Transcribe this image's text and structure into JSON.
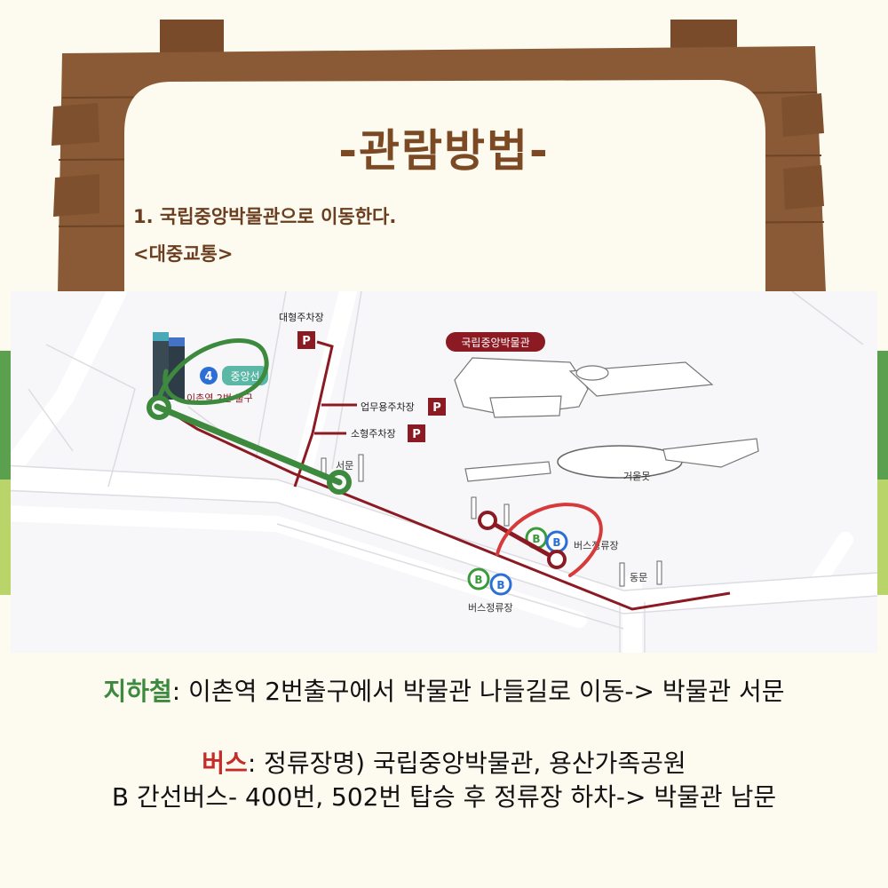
{
  "header": {
    "title": "-관람방법-",
    "step1": "1. 국립중앙박물관으로 이동한다.",
    "transport_heading": "<대중교통>"
  },
  "map": {
    "museum_label": "국립중앙박물관",
    "parking_large": "대형주차장",
    "parking_business": "업무용주차장",
    "parking_small": "소형주차장",
    "parking_icon": "P",
    "subway_line_number": "4",
    "subway_line_name": "중앙선",
    "station_exit": "이촌역 2번 출구",
    "west_gate": "서문",
    "east_gate": "동문",
    "mirror_pond": "거울못",
    "bus_stop_1": "버스정류장",
    "bus_stop_2": "버스정류장",
    "bus_icon": "B"
  },
  "info": {
    "subway_label": "지하철",
    "subway_text": ": 이촌역 2번출구에서 박물관 나들길로 이동-> 박물관 서문",
    "bus_label": "버스",
    "bus_text": ": 정류장명) 국립중앙박물관, 용산가족공원",
    "bus_line2": "B 간선버스- 400번, 502번 탑승 후 정류장 하차-> 박물관 남문"
  },
  "colors": {
    "wood": "#8a5a36",
    "route": "#8c1a22",
    "subway_mark": "#3d8a3f",
    "bus_mark": "#d63a3a"
  }
}
